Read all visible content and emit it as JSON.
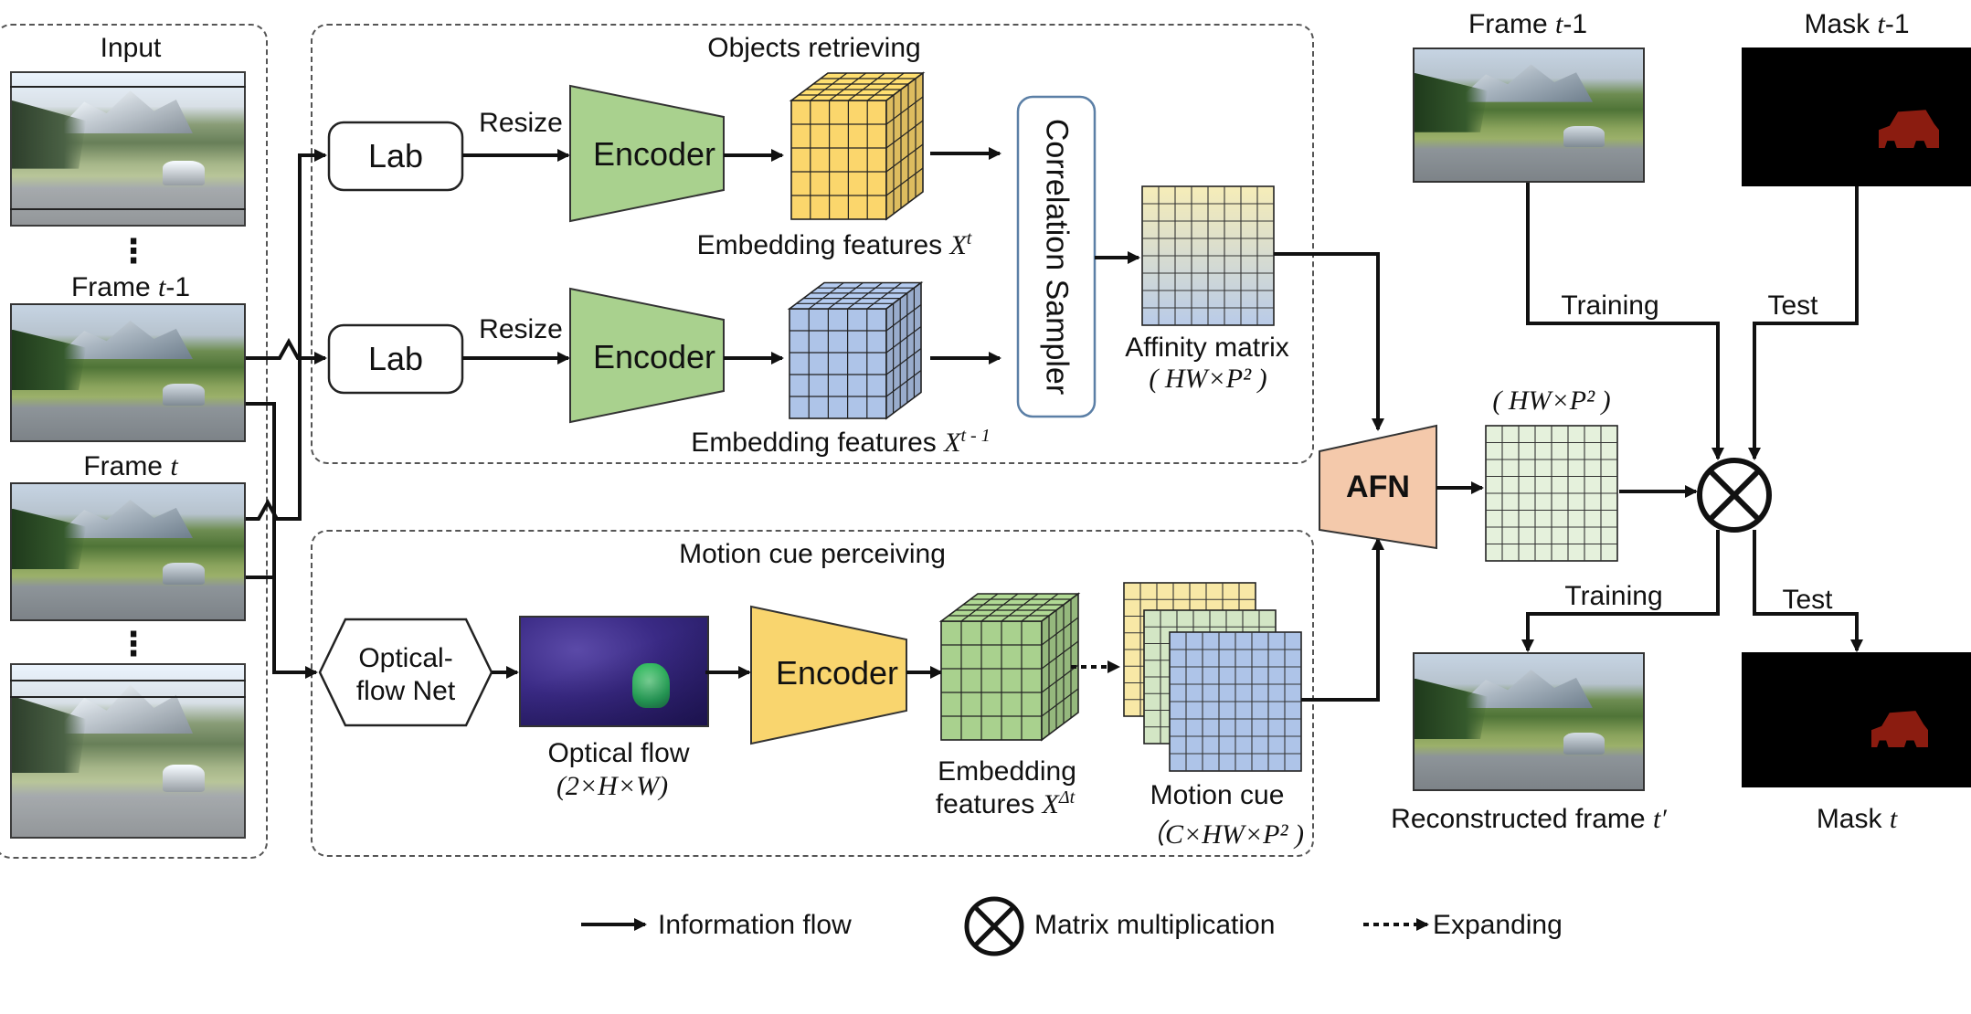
{
  "input_panel": {
    "title": "Input",
    "ellipsis": "⋮",
    "frame_prev_label": "Frame t-1",
    "frame_cur_label": "Frame t",
    "frame_prev_prefix": "Frame ",
    "frame_prev_var": "t",
    "frame_prev_suffix": "-1",
    "frame_cur_prefix": "Frame ",
    "frame_cur_var": "t"
  },
  "objects_retrieving": {
    "title": "Objects retrieving",
    "lab": "Lab",
    "resize": "Resize",
    "encoder": "Encoder",
    "emb_t_text": "Embedding features ",
    "emb_t_var": "X",
    "emb_t_sup": "t",
    "emb_prev_text": "Embedding features ",
    "emb_prev_var": "X",
    "emb_prev_sup": "t - 1",
    "sampler": "Correlation Sampler",
    "affinity_label": "Affinity matrix",
    "affinity_dims": "( HW×P² )"
  },
  "motion_cue_perceiving": {
    "title": "Motion cue perceiving",
    "optical_net_line1": "Optical-",
    "optical_net_line2": "flow Net",
    "optical_flow_label": "Optical flow",
    "optical_flow_dims": "(2×H×W)",
    "encoder": "Encoder",
    "emb_line1": "Embedding",
    "emb_line2_text": "features ",
    "emb_line2_var": "X",
    "emb_line2_sup": "Δt",
    "motion_cue_label": "Motion cue",
    "motion_cue_dims": "（C×HW×P² )"
  },
  "afn": {
    "label": "AFN",
    "output_dims": "( HW×P² )"
  },
  "right_panel": {
    "frame_prev_prefix": "Frame  ",
    "frame_prev_var": "t",
    "frame_prev_suffix": "-1",
    "mask_prev_prefix": "Mask  ",
    "mask_prev_var": "t",
    "mask_prev_suffix": "-1",
    "training_top": "Training",
    "test_top": "Test",
    "training_bottom": "Training",
    "test_bottom": "Test",
    "reconstructed_prefix": "Reconstructed frame  ",
    "reconstructed_var": "t′",
    "mask_cur_prefix": "Mask  ",
    "mask_cur_var": "t"
  },
  "legend": {
    "information_flow": "Information flow",
    "matrix_multiplication": "Matrix multiplication",
    "expanding": "Expanding"
  },
  "colors": {
    "encoder_green": "#a9d18e",
    "encoder_yellow": "#f9d56e",
    "cube_yellow": "#fbd66c",
    "cube_blue": "#aec4e8",
    "cube_green": "#a9d18e",
    "afn_fill": "#f4c9ab",
    "grid_green": "#e5f1dc",
    "sampler_border": "#5b7fa6"
  }
}
